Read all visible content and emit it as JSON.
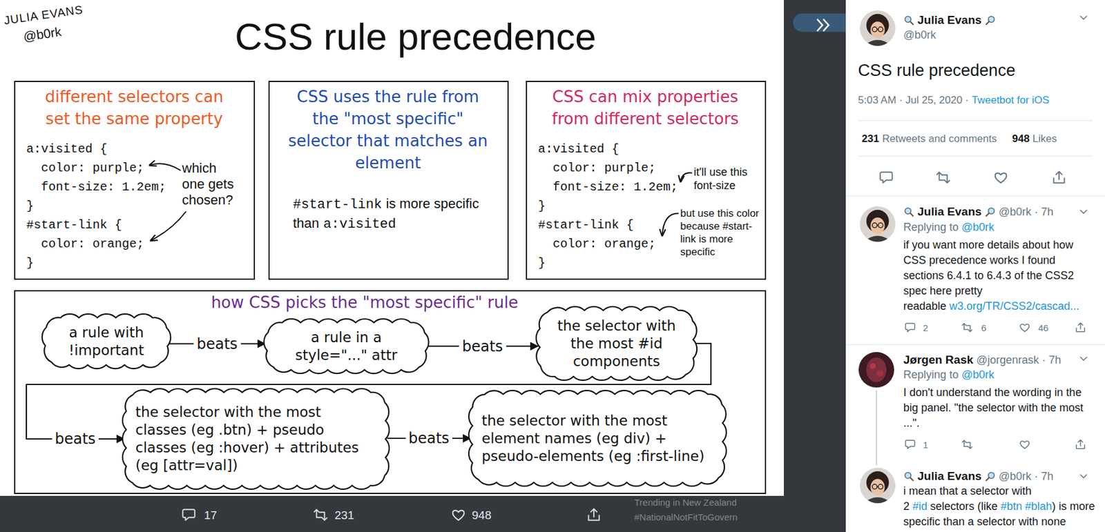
{
  "diagram": {
    "title": "CSS rule precedence",
    "nodes": [
      {
        "text": [
          "different selectors can set the same property",
          "a:visited {",
          "color: purple;",
          "font-size: 1.2em;",
          "}",
          "#start-link {",
          "color: orange;",
          "}",
          "which one gets chosen?"
        ]
      },
      {
        "text": [
          "CSS uses the rule from the \"most specific\" selector that matches an element",
          "#start-link",
          "is more specific than",
          "a:visited"
        ]
      },
      {
        "text": [
          "CSS can mix properties from different selectors",
          "a:visited {",
          "color: purple;",
          "font-size: 1.2em;",
          "}",
          "#start-link {",
          "color: orange;",
          "}",
          "it'll use this font-size",
          "but use this color because #start-link is more specific"
        ]
      },
      {
        "text": [
          "how CSS picks the \"most specific\" rule"
        ]
      },
      {
        "text": [
          "a rule with !important"
        ],
        "in": 3
      },
      {
        "text": [
          "a rule in a style=\"...\" attr"
        ],
        "in": 3
      },
      {
        "text": [
          "the selector with the most #id components"
        ],
        "in": 3
      },
      {
        "text": [
          "the selector with the most classes (eg .btn) + pseudo classes (eg :hover) + attributes (eg [attr=val])"
        ],
        "in": 3
      },
      {
        "text": [
          "the selector with the most element names (eg div) + pseudo-elements (eg :first-line)"
        ],
        "in": 3
      }
    ],
    "edges": [
      {
        "from": 4,
        "to": 5,
        "label": "beats",
        "arrow": "to"
      },
      {
        "from": 5,
        "to": 6,
        "label": "beats",
        "arrow": "to"
      },
      {
        "from": 6,
        "to": 7,
        "label": "beats",
        "arrow": "to"
      },
      {
        "from": 7,
        "to": 8,
        "label": "beats",
        "arrow": "to"
      }
    ],
    "labels": [
      "JULIA EVANS",
      "@b0rk",
      "Julia Evans",
      "@b0rk",
      "CSS rule precedence",
      "5:03 AM · Jul 25, 2020 ·",
      "Tweetbot for iOS",
      "231",
      "Retweets and comments",
      "948",
      "Likes",
      "Julia Evans",
      "@b0rk · 7h",
      "Replying to",
      "@b0rk",
      "if you want more details about how CSS precedence works I found sections 6.4.1 to 6.4.3 of the CSS2 spec here pretty readable",
      "w3.org/TR/CSS2/cascad...",
      "2",
      "6",
      "46",
      "Jørgen Rask",
      "@jorgenrask · 7h",
      "Replying to",
      "@b0rk",
      "I don't understand the wording in the big panel. \"the selector with the most ...\".",
      "1",
      "Julia Evans",
      "@b0rk · 7h",
      "i mean that a selector with 2",
      "#id",
      "selectors (like",
      "#btn",
      "#blah",
      ") is more specific than a selector with none",
      "17",
      "231",
      "948",
      "Trending in New Zealand",
      "#NationalNotFitToGovern"
    ]
  }
}
